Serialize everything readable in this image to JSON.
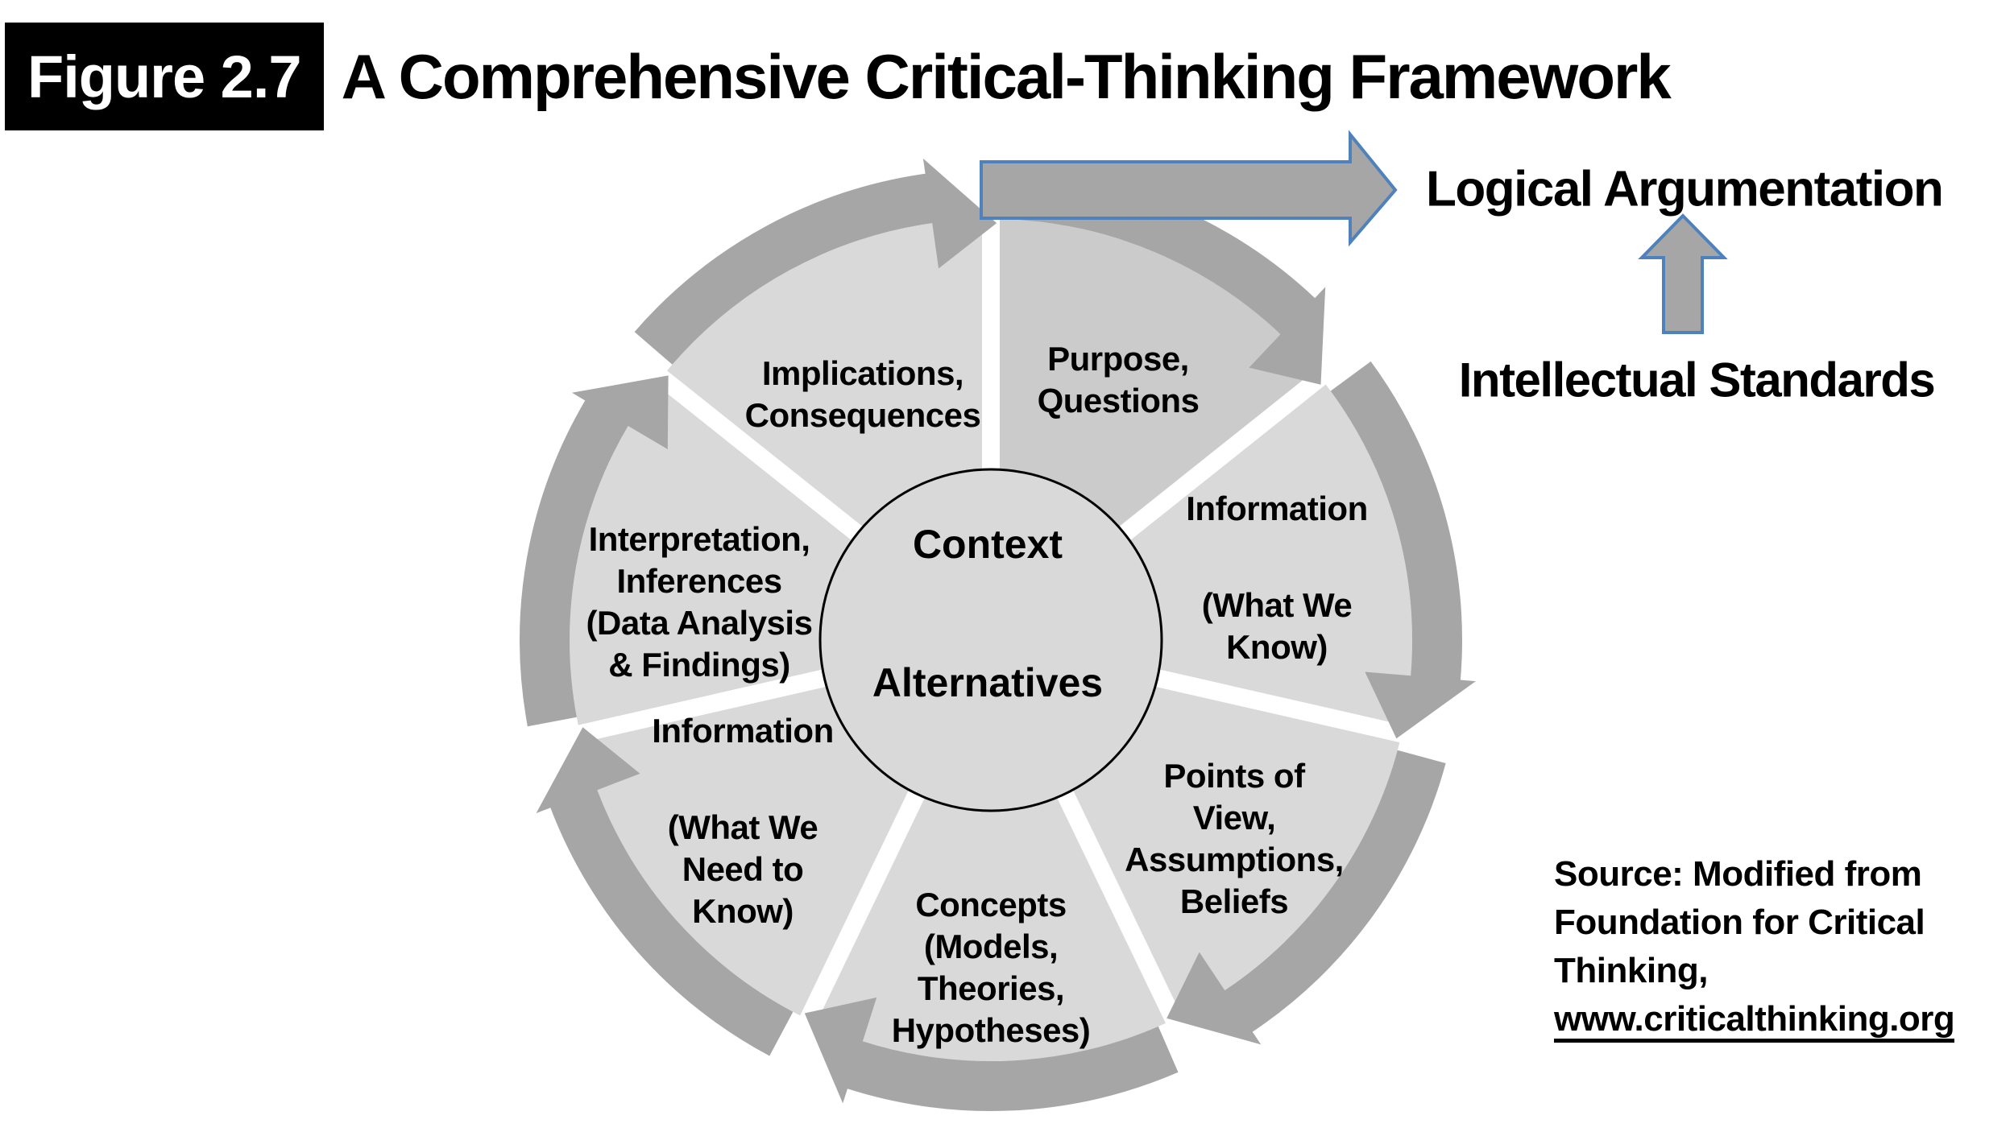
{
  "header": {
    "figure_label": "Figure 2.7",
    "title": "A Comprehensive Critical-Thinking Framework"
  },
  "side": {
    "logical_argumentation": "Logical Argumentation",
    "intellectual_standards": "Intellectual Standards"
  },
  "source": {
    "line1": "Source: Modified from",
    "line2": "Foundation for Critical",
    "line3": "Thinking,",
    "link": "www.criticalthinking.org"
  },
  "colors": {
    "ring": "#a6a6a6",
    "wedge": "#d9d9d9",
    "wedge_highlight": "#cbcbcb",
    "hub_fill": "#d9d9d9",
    "hub_stroke": "#000000",
    "gap": "#ffffff",
    "arrow_fill": "#a6a6a6",
    "arrow_stroke": "#4f81bd",
    "header_bg": "#000000",
    "header_fg": "#ffffff",
    "text": "#000000"
  },
  "chart_data": {
    "type": "cycle-diagram",
    "title": "A Comprehensive Critical-Thinking Framework",
    "direction": "clockwise",
    "segment_count": 7,
    "hub": {
      "line1": "Context",
      "line2": "Alternatives"
    },
    "segments": [
      {
        "label": "Purpose,\nQuestions",
        "highlight": true
      },
      {
        "label": "Information",
        "sublabel": "(What We\nKnow)",
        "highlight": false
      },
      {
        "label": "Points of\nView,\nAssumptions,\nBeliefs",
        "highlight": false
      },
      {
        "label": "Concepts\n(Models,\nTheories,\nHypotheses)",
        "highlight": false
      },
      {
        "label": "Information",
        "sublabel": "(What We\nNeed to\nKnow)",
        "highlight": false
      },
      {
        "label": "Interpretation,\nInferences\n(Data Analysis\n& Findings)",
        "highlight": false
      },
      {
        "label": "Implications,\nConsequences",
        "highlight": false
      }
    ],
    "annotations": [
      "Logical Argumentation",
      "Intellectual Standards"
    ]
  }
}
